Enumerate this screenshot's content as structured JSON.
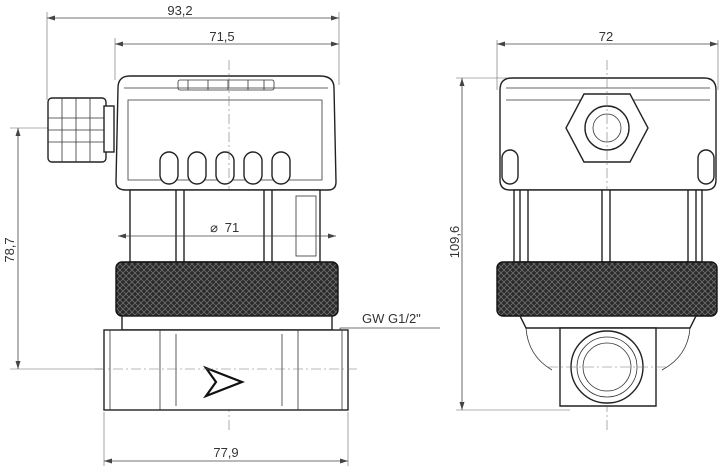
{
  "dimensions": {
    "front_total_width": "93,2",
    "front_housing_width": "71,5",
    "front_diameter": "71",
    "front_height": "78,7",
    "front_base_width": "77,9",
    "thread_label": "GW G1/2\"",
    "side_width": "72",
    "side_height": "109,6"
  },
  "views": [
    "front-view",
    "side-view"
  ]
}
